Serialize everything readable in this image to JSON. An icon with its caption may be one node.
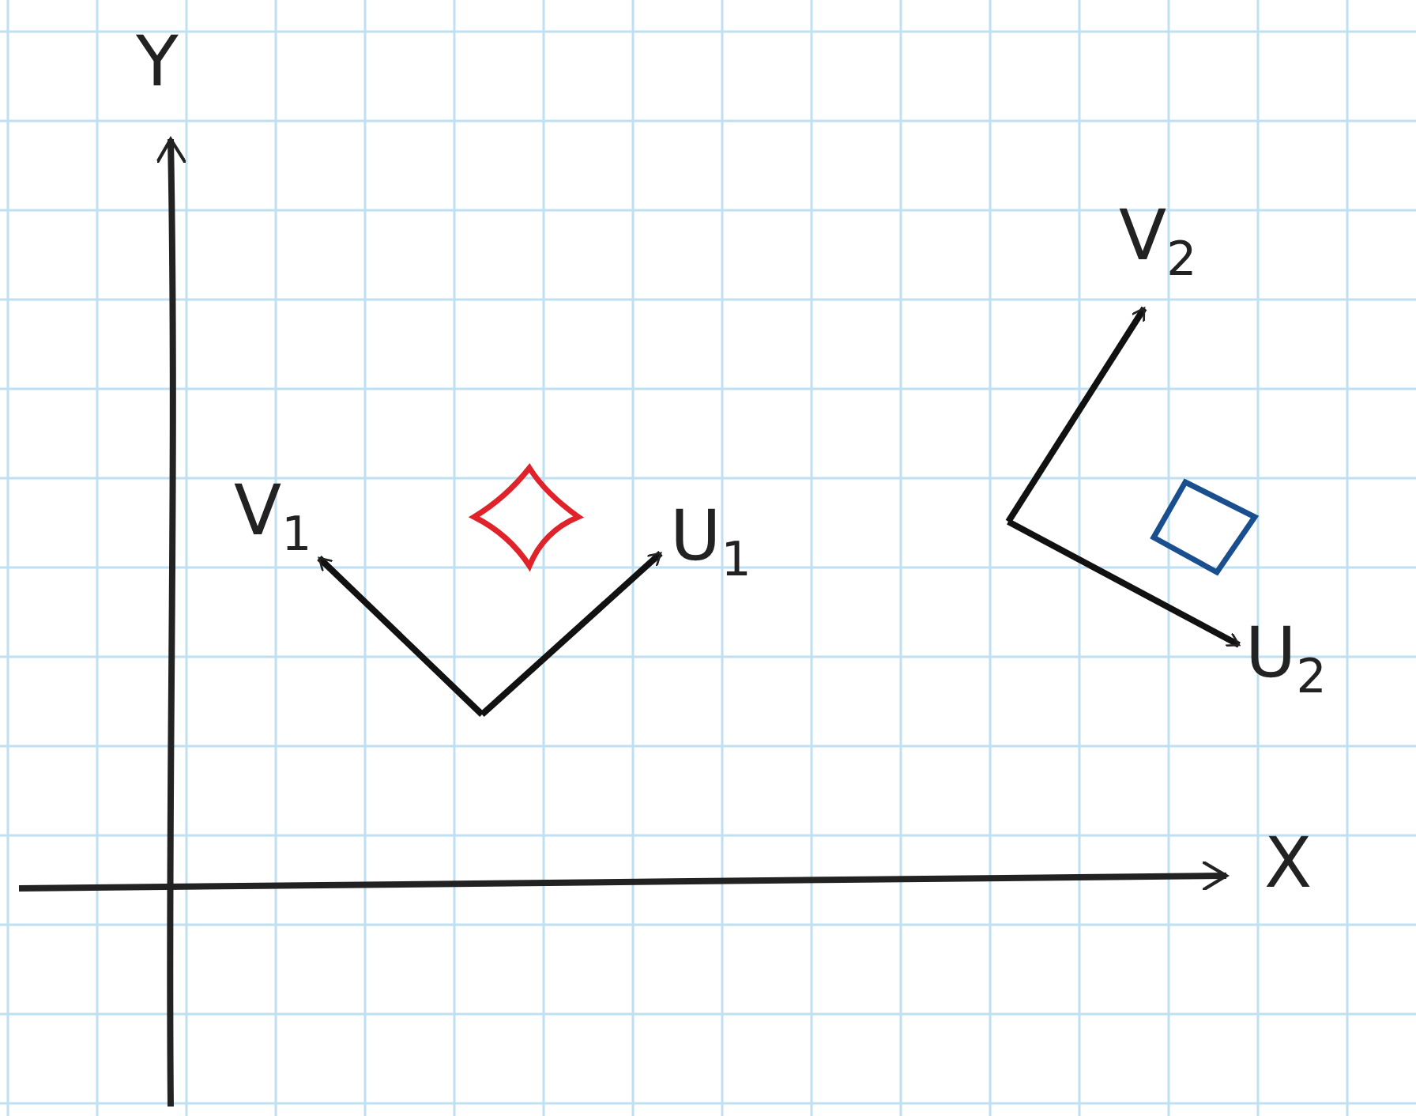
{
  "diagram": {
    "nodes": [
      {
        "text": [],
        "shape": "diamond"
      },
      {
        "text": [],
        "shape": "box"
      }
    ],
    "labels": [
      "Y",
      "V$_{2}$",
      "V$_{1}$",
      "U$_{1}$",
      "U$_{2}$",
      "X"
    ]
  }
}
